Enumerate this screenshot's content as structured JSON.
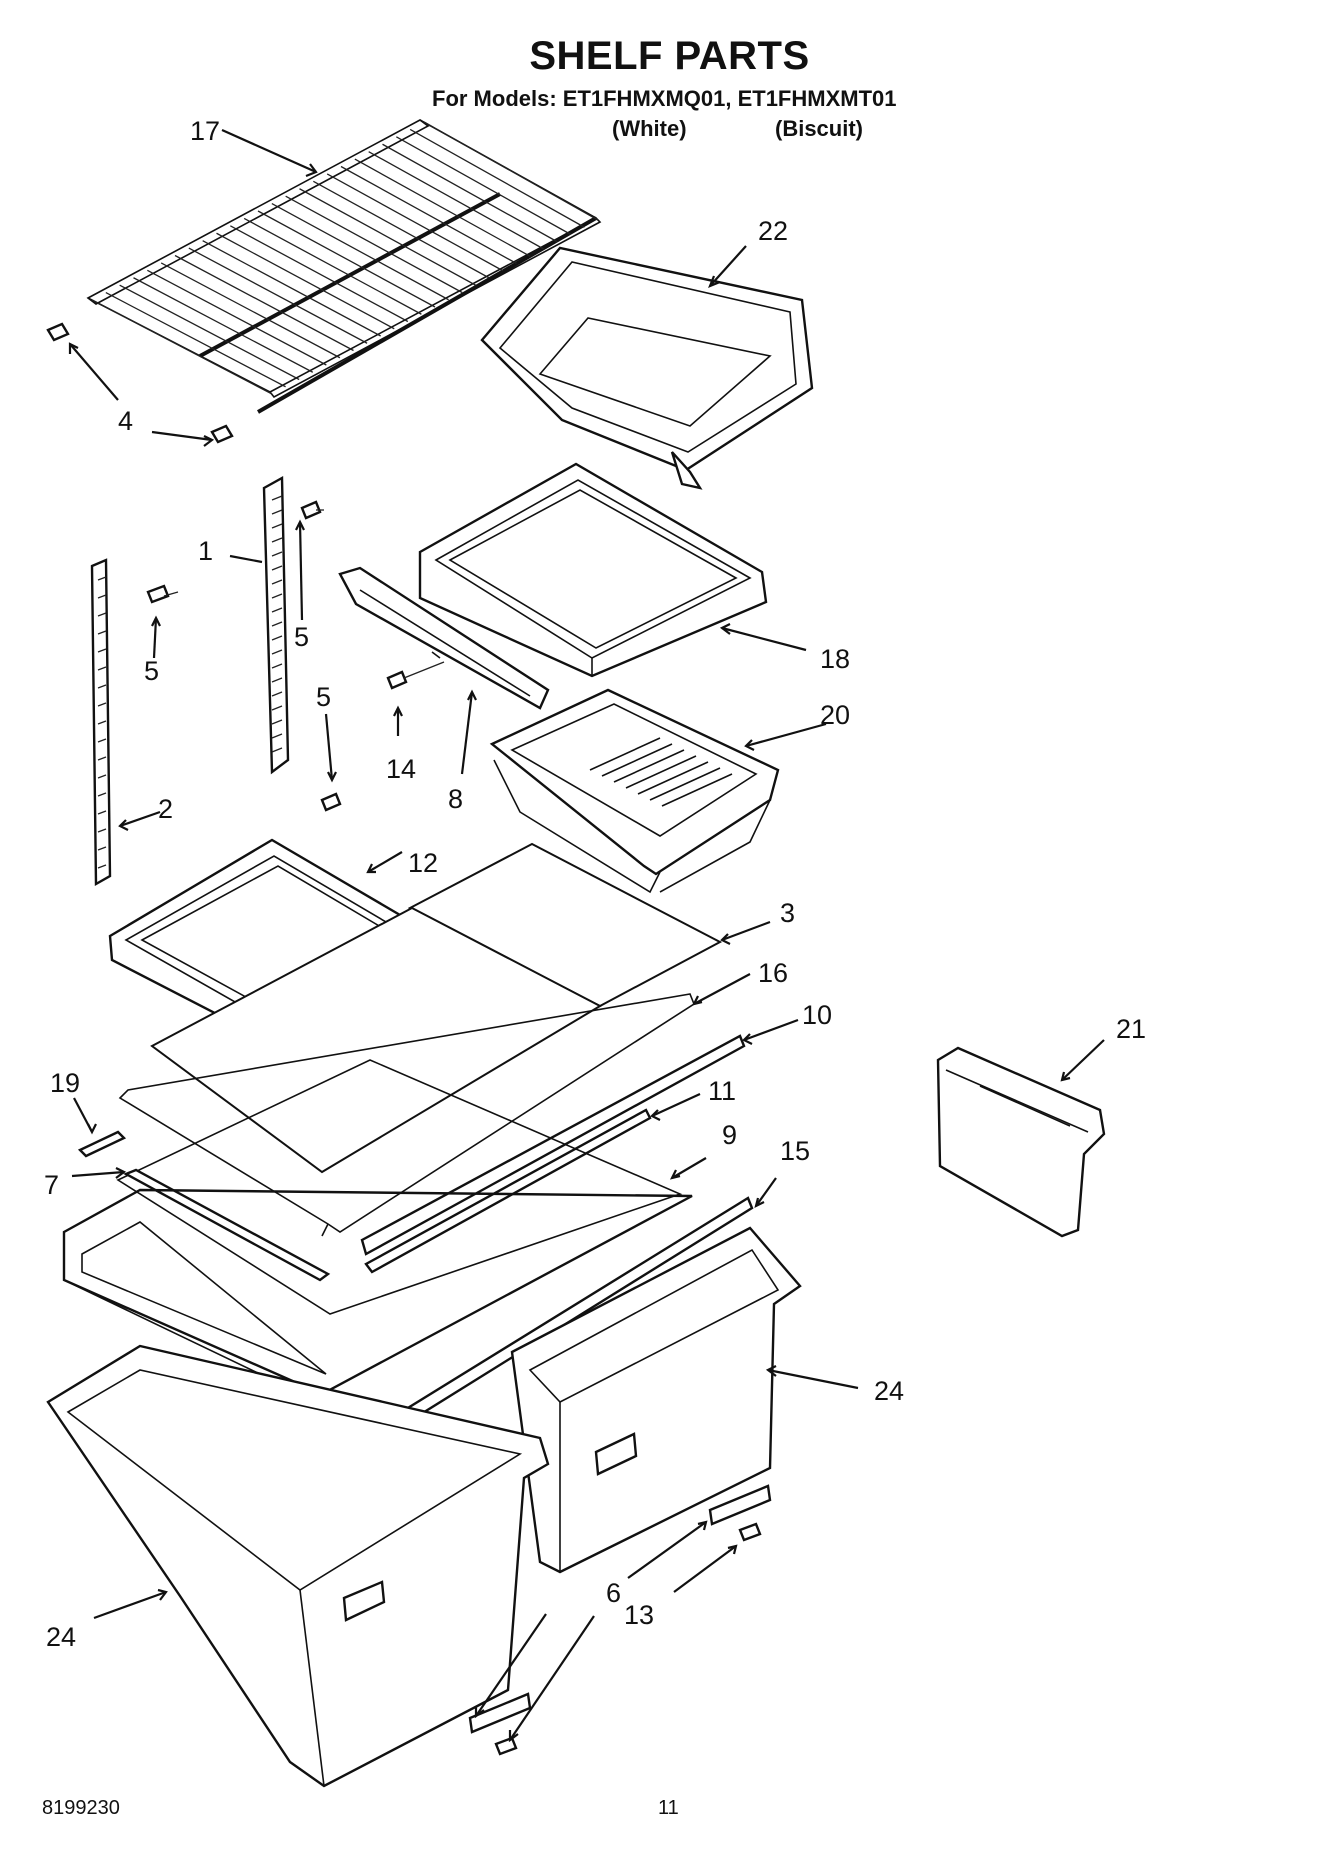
{
  "header": {
    "title": "SHELF PARTS",
    "models_line": "For Models: ET1FHMXMQ01, ET1FHMXMT01",
    "variant_white": "(White)",
    "variant_biscuit": "(Biscuit)"
  },
  "callouts": {
    "c17": "17",
    "c22": "22",
    "c4": "4",
    "c1": "1",
    "c5a": "5",
    "c5b": "5",
    "c5c": "5",
    "c18": "18",
    "c20": "20",
    "c14": "14",
    "c8": "8",
    "c2": "2",
    "c12": "12",
    "c3": "3",
    "c16": "16",
    "c10": "10",
    "c21": "21",
    "c19": "19",
    "c11": "11",
    "c9": "9",
    "c7": "7",
    "c15": "15",
    "c24a": "24",
    "c24b": "24",
    "c6": "6",
    "c13": "13"
  },
  "footer": {
    "doc_number": "8199230",
    "page_number": "11"
  }
}
